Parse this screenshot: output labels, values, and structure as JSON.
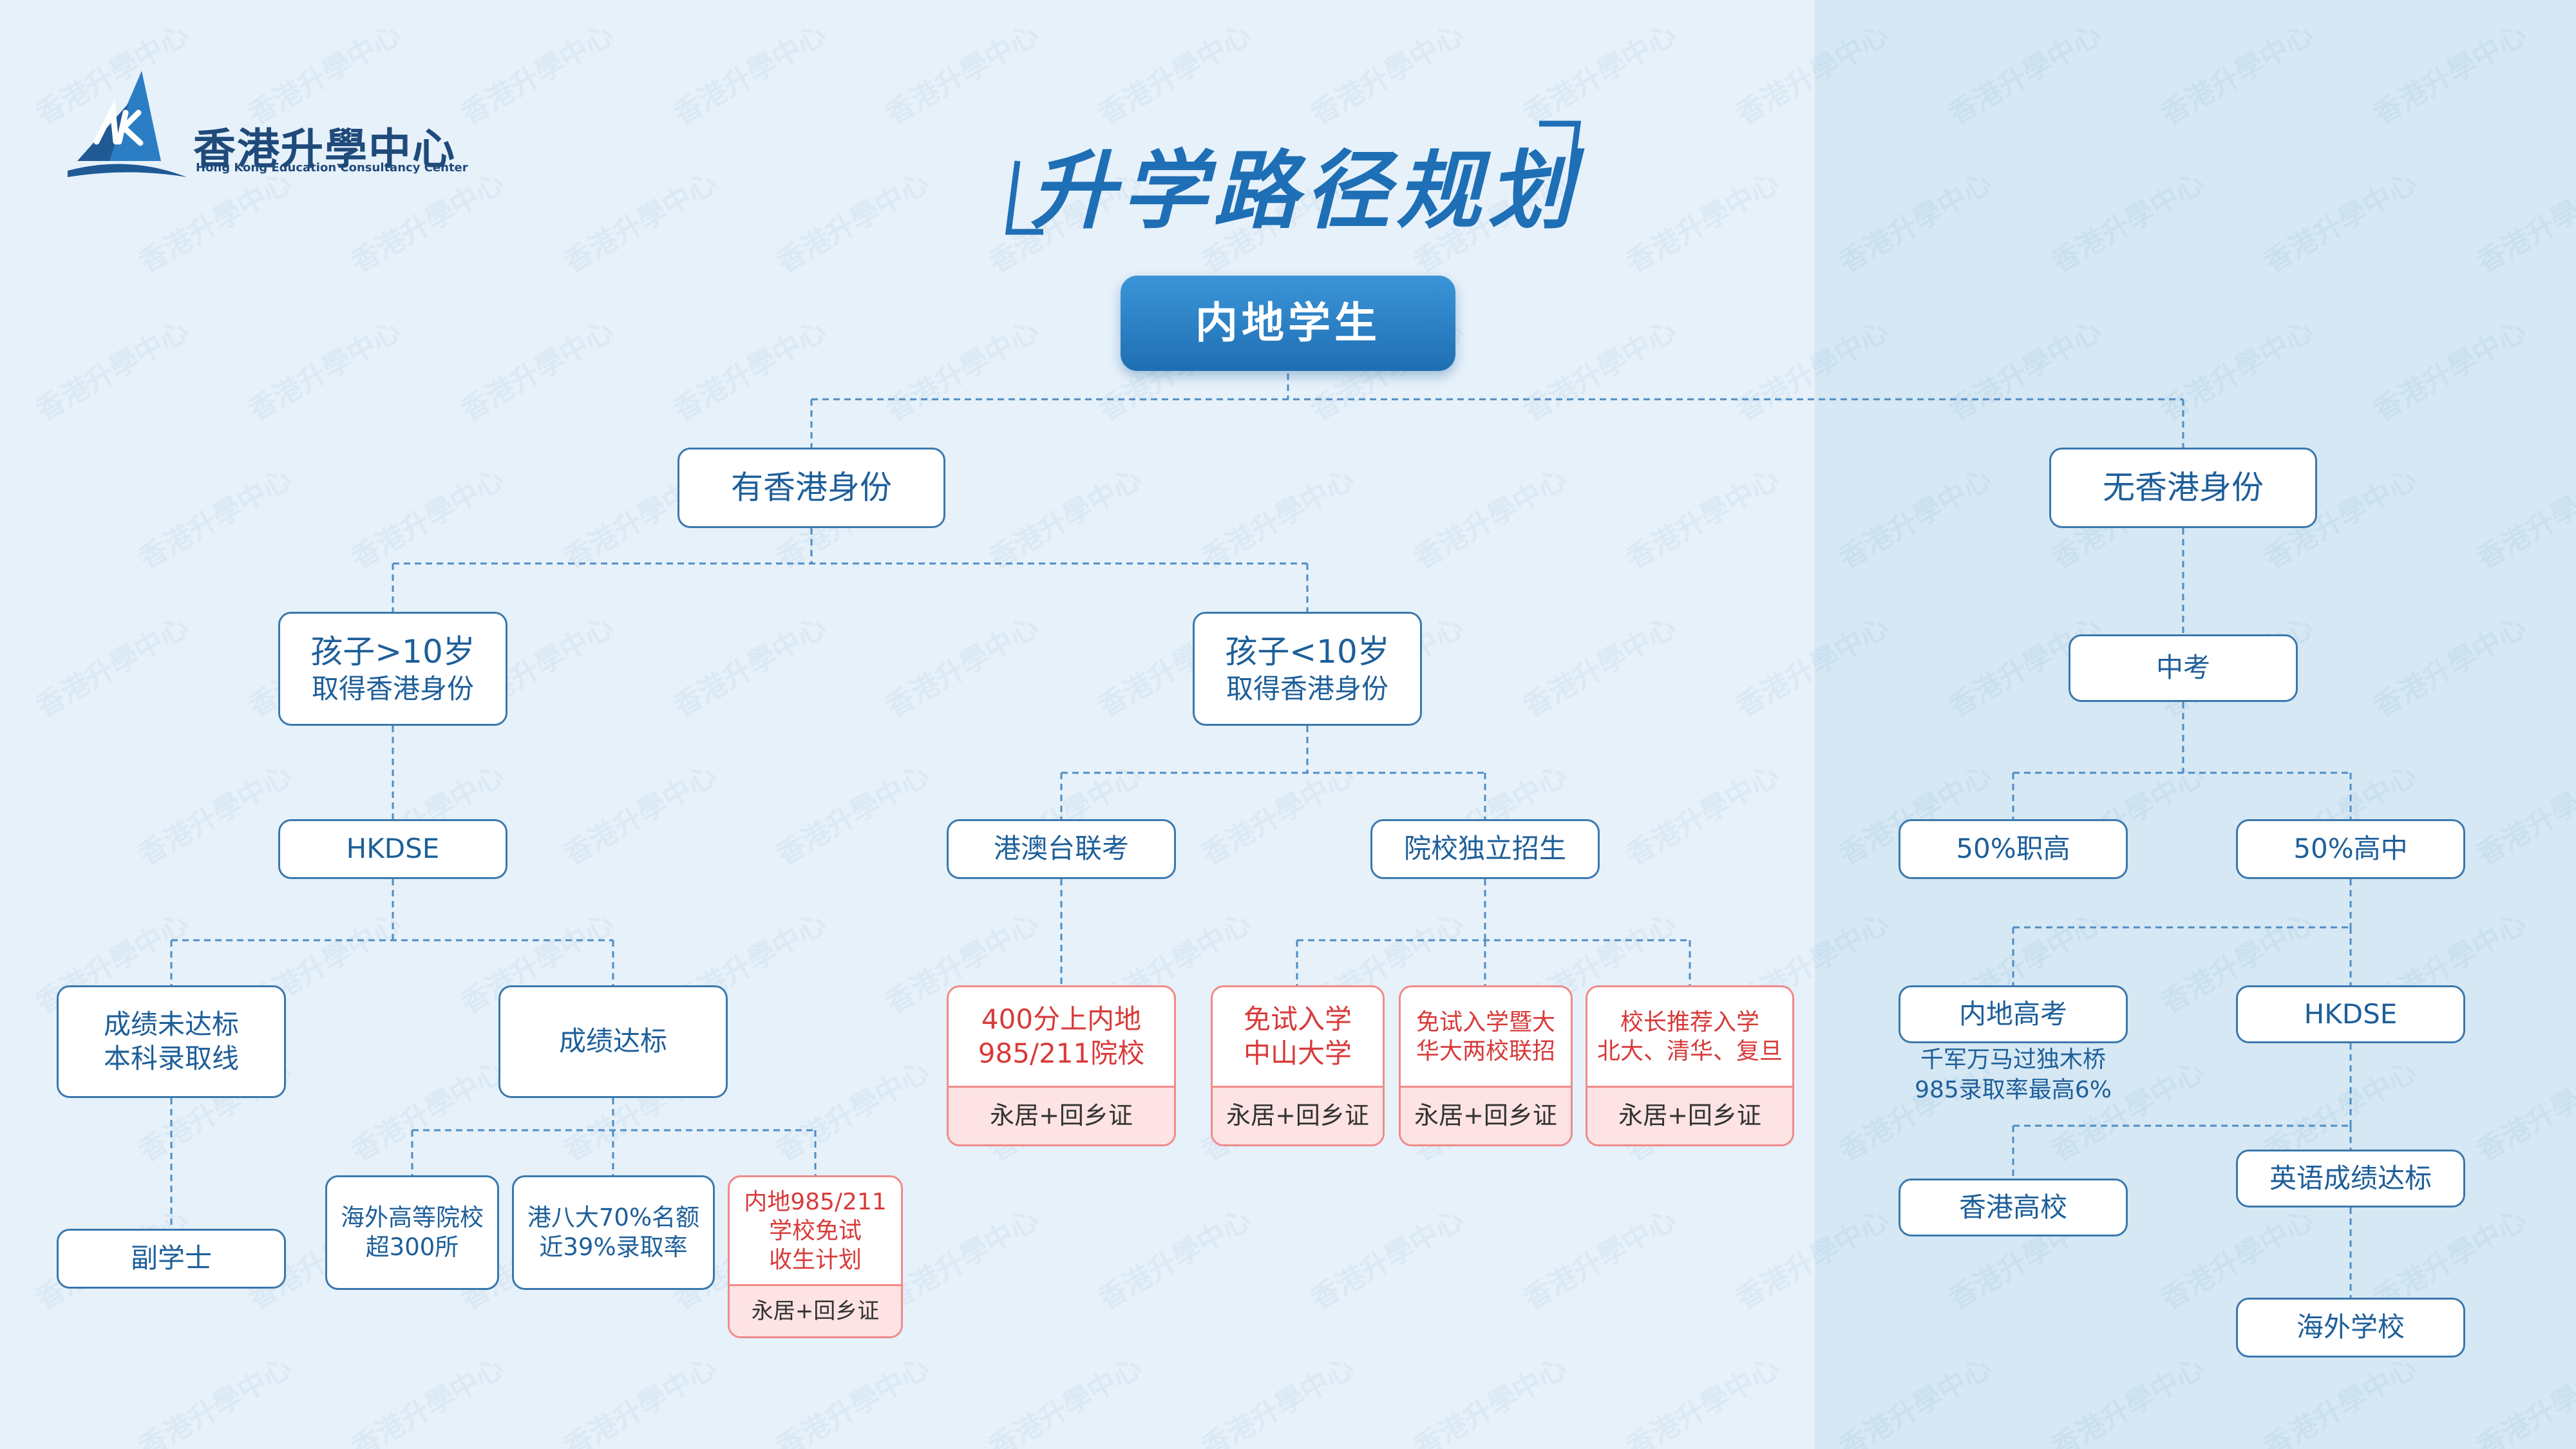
{
  "brand": {
    "name_cn": "香港升學中心",
    "name_en": "Hong Kong Education Consultancy Center",
    "colors": {
      "primary": "#1e5f99",
      "accent": "#2b7ec4",
      "highlight_red": "#d83a3a",
      "red_fill": "#fde3e3",
      "background": "#e6f1fa",
      "panel": "#d6e8f4"
    }
  },
  "title": "升学路径规划",
  "watermark": "香港升學中心",
  "nodes": {
    "root": "内地学生",
    "has_hk_id": "有香港身份",
    "no_hk_id": "无香港身份",
    "child_over10_l1": "孩子>10岁",
    "child_over10_l2": "取得香港身份",
    "child_under10_l1": "孩子<10岁",
    "child_under10_l2": "取得香港身份",
    "hkdse_left": "HKDSE",
    "below_line_l1": "成绩未达标",
    "below_line_l2": "本科录取线",
    "associate_degree": "副学士",
    "qualified": "成绩达标",
    "overseas_l1": "海外高等院校",
    "overseas_l2": "超300所",
    "hk8_l1": "港八大70%名额",
    "hk8_l2": "近39%录取率",
    "mainland_985_l1": "内地985/211",
    "mainland_985_l2": "学校免试",
    "mainland_985_l3": "收生计划",
    "joint_exam": "港澳台联考",
    "independent": "院校独立招生",
    "score400_l1": "400分上内地",
    "score400_l2": "985/211院校",
    "sysu_l1": "免试入学",
    "sysu_l2": "中山大学",
    "hqu_l1": "免试入学暨大",
    "hqu_l2": "华大两校联招",
    "principal_l1": "校长推荐入学",
    "principal_l2": "北大、清华、复旦",
    "condition": "永居+回乡证",
    "zhongkao": "中考",
    "vocational": "50%职高",
    "highschool": "50%高中",
    "gaokao": "内地高考",
    "gaokao_note_l1": "千军万马过独木桥",
    "gaokao_note_l2": "985录取率最高6%",
    "hkdse_right": "HKDSE",
    "english_qualified": "英语成绩达标",
    "hk_universities": "香港高校",
    "overseas_school": "海外学校"
  }
}
